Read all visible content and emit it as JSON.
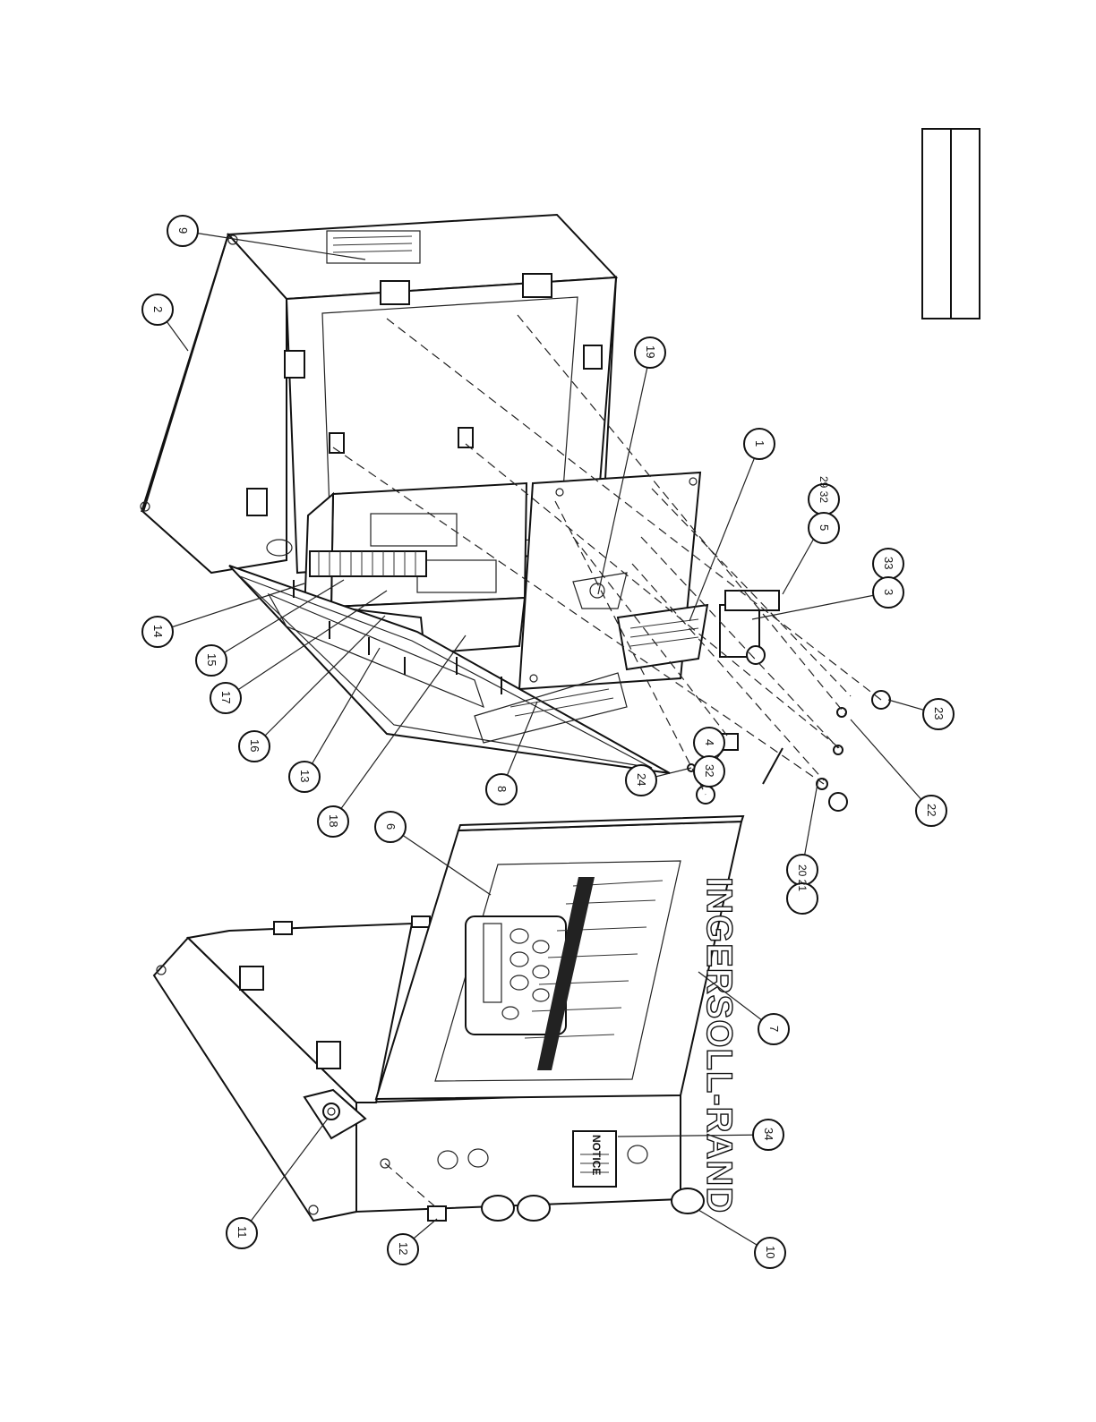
{
  "brand_label": "INGERSOLL-RAND",
  "notice_label": "NOTICE",
  "callouts": [
    {
      "id": "c1",
      "label": "1"
    },
    {
      "id": "c2",
      "label": "2"
    },
    {
      "id": "c3",
      "label": "3"
    },
    {
      "id": "c4",
      "label": "4"
    },
    {
      "id": "c5",
      "label": "5"
    },
    {
      "id": "c6",
      "label": "6"
    },
    {
      "id": "c7",
      "label": "7"
    },
    {
      "id": "c8",
      "label": "8"
    },
    {
      "id": "c9",
      "label": "9"
    },
    {
      "id": "c10",
      "label": "10"
    },
    {
      "id": "c11",
      "label": "11"
    },
    {
      "id": "c12",
      "label": "12"
    },
    {
      "id": "c13",
      "label": "13"
    },
    {
      "id": "c14",
      "label": "14"
    },
    {
      "id": "c15",
      "label": "15"
    },
    {
      "id": "c16",
      "label": "16"
    },
    {
      "id": "c17",
      "label": "17"
    },
    {
      "id": "c18",
      "label": "18"
    },
    {
      "id": "c19",
      "label": "19"
    },
    {
      "id": "c20_21",
      "label": "20 21"
    },
    {
      "id": "c22",
      "label": "22"
    },
    {
      "id": "c23",
      "label": "23"
    },
    {
      "id": "c24",
      "label": "24"
    },
    {
      "id": "c29_32",
      "label": "29 32"
    },
    {
      "id": "c32",
      "label": "32"
    },
    {
      "id": "c33",
      "label": "33"
    },
    {
      "id": "c34",
      "label": "34"
    }
  ]
}
